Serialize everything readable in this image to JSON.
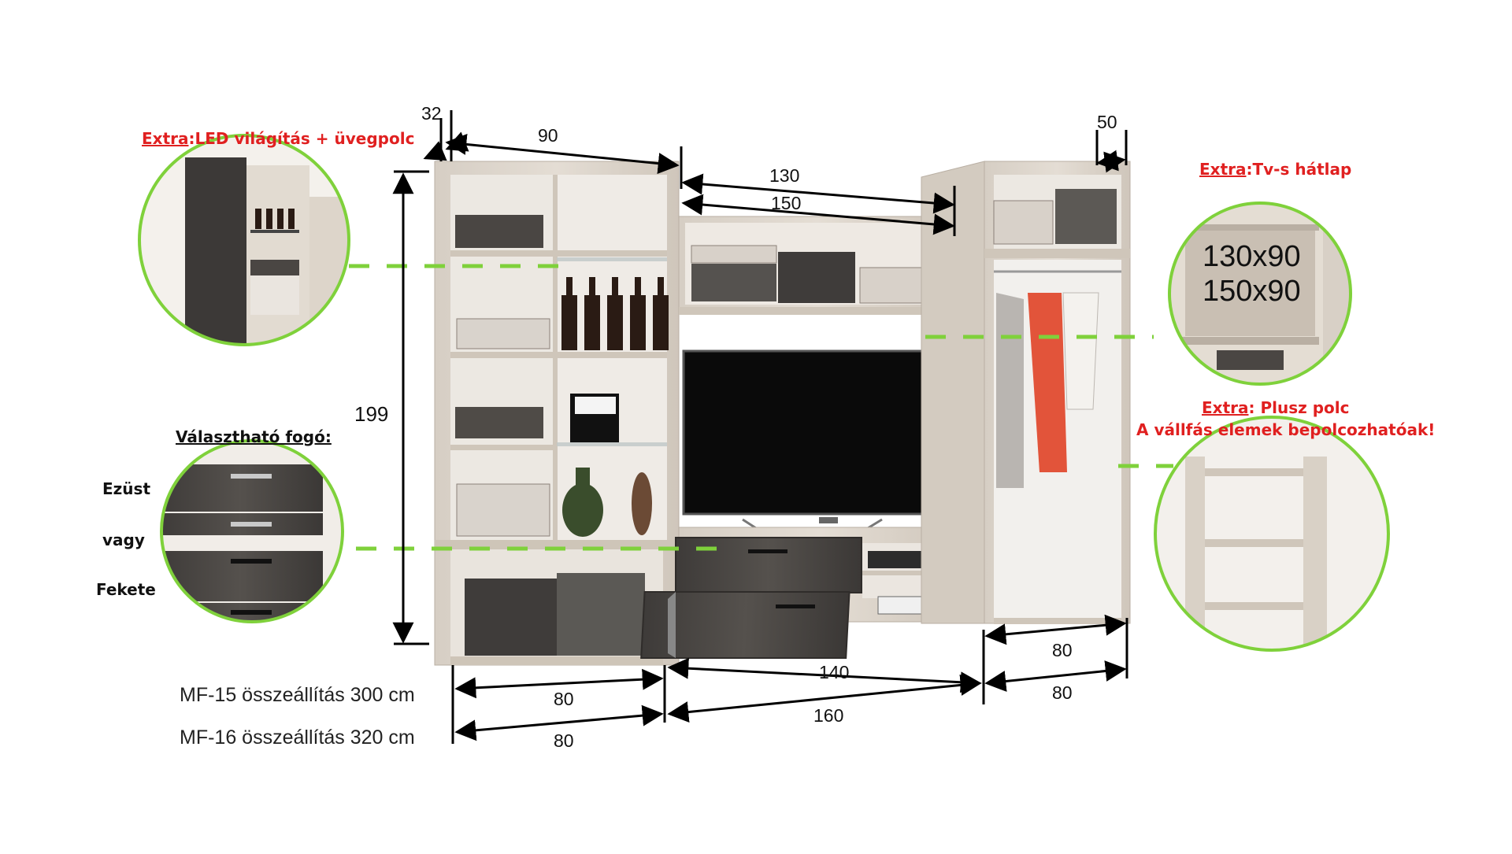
{
  "callouts": {
    "led": {
      "extra": "Extra",
      "text": ":LED világítás + üvegpolc"
    },
    "tv": {
      "extra": "Extra",
      "text": ":Tv-s hátlap",
      "sizes": [
        "130x90",
        "150x90"
      ]
    },
    "shelf": {
      "extra": "Extra",
      "text": ": Plusz polc",
      "line2": "A vállfás elemek bepolcozhatóak!"
    },
    "handle": {
      "title": "Választható fogó:",
      "options": [
        "Ezüst",
        "vagy",
        "Fekete"
      ]
    }
  },
  "dimensions": {
    "depth_left": "32",
    "width_left_top": "90",
    "tv_width_1": "130",
    "tv_width_2": "150",
    "depth_right": "50",
    "height": "199",
    "bottom_mid_1": "140",
    "bottom_mid_2": "160",
    "bottom_left_1": "80",
    "bottom_left_2": "80",
    "bottom_right_top": "80",
    "bottom_right_1": "80"
  },
  "sets": [
    {
      "label": "MF-15 összeállítás 300 cm"
    },
    {
      "label": "MF-16 összeállítás 320 cm"
    }
  ],
  "colors": {
    "wood_light": "#d9d1c7",
    "wood_dark": "#4a4744",
    "accent_green": "#7fd13b",
    "extra_red": "#e02020"
  }
}
